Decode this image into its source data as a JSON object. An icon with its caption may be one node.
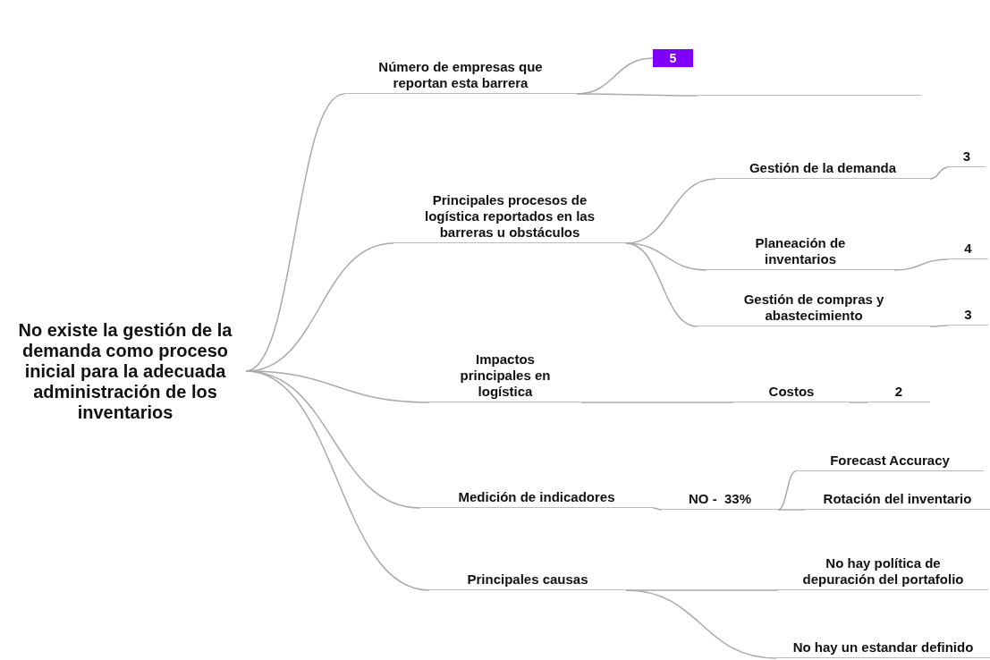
{
  "diagram": {
    "nodes": [
      {
        "text": [
          "No existe la gestión de la demanda como proceso inicial para la adecuada administración de los inventarios"
        ]
      },
      {
        "text": [
          "Número de empresas que reportan esta barrera"
        ]
      },
      {
        "text": [
          "5"
        ]
      },
      {
        "text": [],
        "shape": "bar"
      },
      {
        "text": [
          "Principales procesos de logística reportados en las barreras u obstáculos"
        ]
      },
      {
        "text": [
          "Gestión de la demanda"
        ]
      },
      {
        "text": [
          "3"
        ]
      },
      {
        "text": [
          "Planeación de inventarios"
        ]
      },
      {
        "text": [
          "4"
        ]
      },
      {
        "text": [
          "Gestión de compras y abastecimiento"
        ]
      },
      {
        "text": [
          "3"
        ]
      },
      {
        "text": [
          "Impactos principales en logística"
        ]
      },
      {
        "text": [
          "Costos"
        ]
      },
      {
        "text": [
          "2"
        ]
      },
      {
        "text": [
          "Medición de indicadores"
        ]
      },
      {
        "text": [
          "NO -  33%"
        ]
      },
      {
        "text": [
          "Forecast Accuracy"
        ]
      },
      {
        "text": [
          "Rotación del inventario"
        ]
      },
      {
        "text": [
          "Principales causas"
        ]
      },
      {
        "text": [
          "No hay política de depuración del portafolio"
        ]
      },
      {
        "text": [
          "No hay un estandar definido"
        ]
      }
    ],
    "edges": [
      {
        "from": 0,
        "to": 1,
        "arrow": "none"
      },
      {
        "from": 0,
        "to": 4,
        "arrow": "none"
      },
      {
        "from": 0,
        "to": 11,
        "arrow": "none"
      },
      {
        "from": 0,
        "to": 14,
        "arrow": "none"
      },
      {
        "from": 0,
        "to": 18,
        "arrow": "none"
      },
      {
        "from": 1,
        "to": 2,
        "arrow": "none"
      },
      {
        "from": 1,
        "to": 3,
        "arrow": "none"
      },
      {
        "from": 4,
        "to": 5,
        "arrow": "none"
      },
      {
        "from": 4,
        "to": 7,
        "arrow": "none"
      },
      {
        "from": 4,
        "to": 9,
        "arrow": "none"
      },
      {
        "from": 5,
        "to": 6,
        "arrow": "none"
      },
      {
        "from": 7,
        "to": 8,
        "arrow": "none"
      },
      {
        "from": 9,
        "to": 10,
        "arrow": "none"
      },
      {
        "from": 11,
        "to": 12,
        "arrow": "none"
      },
      {
        "from": 12,
        "to": 13,
        "arrow": "none"
      },
      {
        "from": 14,
        "to": 15,
        "arrow": "none"
      },
      {
        "from": 15,
        "to": 16,
        "arrow": "none"
      },
      {
        "from": 15,
        "to": 17,
        "arrow": "none"
      },
      {
        "from": 18,
        "to": 19,
        "arrow": "none"
      },
      {
        "from": 18,
        "to": 20,
        "arrow": "none"
      }
    ]
  }
}
